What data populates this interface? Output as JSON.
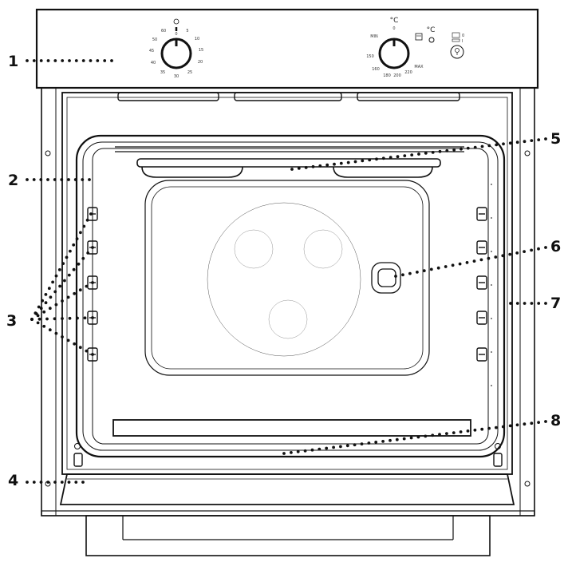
{
  "callouts": [
    "1",
    "2",
    "3",
    "4",
    "5",
    "6",
    "7",
    "8"
  ],
  "timer_knob": {
    "labels": [
      "0",
      "5",
      "10",
      "15",
      "20",
      "25",
      "30",
      "35",
      "40",
      "45",
      "50",
      "60"
    ]
  },
  "thermostat_knob": {
    "unit": "°C",
    "labels": [
      "0",
      "MIN",
      "150",
      "160",
      "180",
      "200",
      "220",
      "MAX"
    ]
  },
  "indicator_unit": "°C",
  "light_switch_labels": [
    "0",
    "I"
  ]
}
